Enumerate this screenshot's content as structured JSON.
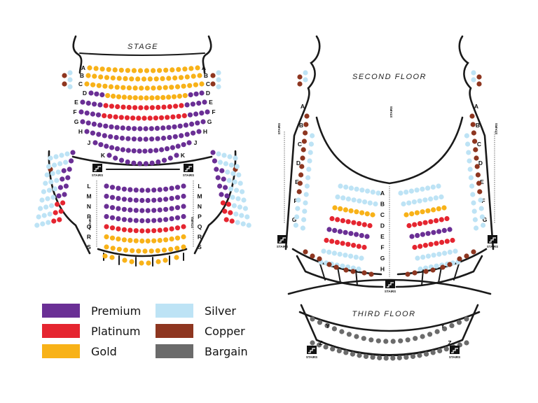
{
  "colors": {
    "premium": "#6a2f95",
    "platinum": "#e52530",
    "gold": "#f8b218",
    "silver": "#bde3f5",
    "copper": "#8e3620",
    "bargain": "#6b6b6b"
  },
  "floors": {
    "stage": "STAGE",
    "second_floor": "SECOND FLOOR",
    "third_floor": "THIRD FLOOR"
  },
  "stairs_label": "STAIRS",
  "legend": [
    {
      "key": "premium",
      "label": "Premium"
    },
    {
      "key": "platinum",
      "label": "Platinum"
    },
    {
      "key": "gold",
      "label": "Gold"
    },
    {
      "key": "silver",
      "label": "Silver"
    },
    {
      "key": "copper",
      "label": "Copper"
    },
    {
      "key": "bargain",
      "label": "Bargain"
    }
  ],
  "main_floor_rows": [
    {
      "row": "A",
      "pattern": [
        [
          "gold",
          18
        ]
      ]
    },
    {
      "row": "B",
      "pattern": [
        [
          "gold",
          19
        ]
      ]
    },
    {
      "row": "C",
      "pattern": [
        [
          "gold",
          20
        ]
      ]
    },
    {
      "row": "D",
      "pattern": [
        [
          "premium",
          3
        ],
        [
          "gold",
          15
        ],
        [
          "premium",
          3
        ]
      ]
    },
    {
      "row": "E",
      "pattern": [
        [
          "premium",
          4
        ],
        [
          "platinum",
          14
        ],
        [
          "premium",
          4
        ]
      ]
    },
    {
      "row": "F",
      "pattern": [
        [
          "premium",
          4
        ],
        [
          "platinum",
          15
        ],
        [
          "premium",
          4
        ]
      ]
    },
    {
      "row": "G",
      "pattern": [
        [
          "premium",
          22
        ]
      ]
    },
    {
      "row": "H",
      "pattern": [
        [
          "premium",
          20
        ]
      ]
    },
    {
      "row": "J",
      "pattern": [
        [
          "premium",
          18
        ]
      ]
    },
    {
      "row": "K",
      "pattern": [
        [
          "premium",
          12
        ]
      ]
    }
  ],
  "rear_center_rows": [
    {
      "row": "L",
      "pattern": [
        [
          "premium",
          14
        ]
      ]
    },
    {
      "row": "M",
      "pattern": [
        [
          "premium",
          14
        ]
      ]
    },
    {
      "row": "N",
      "pattern": [
        [
          "premium",
          14
        ]
      ]
    },
    {
      "row": "P",
      "pattern": [
        [
          "premium",
          14
        ]
      ]
    },
    {
      "row": "Q",
      "pattern": [
        [
          "platinum",
          14
        ]
      ]
    },
    {
      "row": "R",
      "pattern": [
        [
          "gold",
          14
        ]
      ]
    },
    {
      "row": "S",
      "pattern": [
        [
          "gold",
          13
        ]
      ]
    }
  ],
  "second_floor_rows": [
    {
      "row": "A",
      "pattern": [
        [
          "silver",
          8
        ]
      ]
    },
    {
      "row": "B",
      "pattern": [
        [
          "silver",
          8
        ]
      ]
    },
    {
      "row": "C",
      "pattern": [
        [
          "gold",
          8
        ]
      ]
    },
    {
      "row": "D",
      "pattern": [
        [
          "platinum",
          8
        ]
      ]
    },
    {
      "row": "E",
      "pattern": [
        [
          "premium",
          8
        ]
      ]
    },
    {
      "row": "F",
      "pattern": [
        [
          "platinum",
          8
        ]
      ]
    },
    {
      "row": "G",
      "pattern": [
        [
          "silver",
          8
        ]
      ]
    },
    {
      "row": "H",
      "pattern": [
        [
          "silver",
          8
        ]
      ]
    }
  ],
  "second_floor_side_labels": [
    "A",
    "B",
    "C",
    "D",
    "E",
    "F",
    "G"
  ],
  "third_floor_rows": [
    {
      "row": "Y",
      "pattern": [
        [
          "bargain",
          22
        ]
      ]
    },
    {
      "row": "Z",
      "pattern": [
        [
          "bargain",
          24
        ]
      ]
    }
  ]
}
